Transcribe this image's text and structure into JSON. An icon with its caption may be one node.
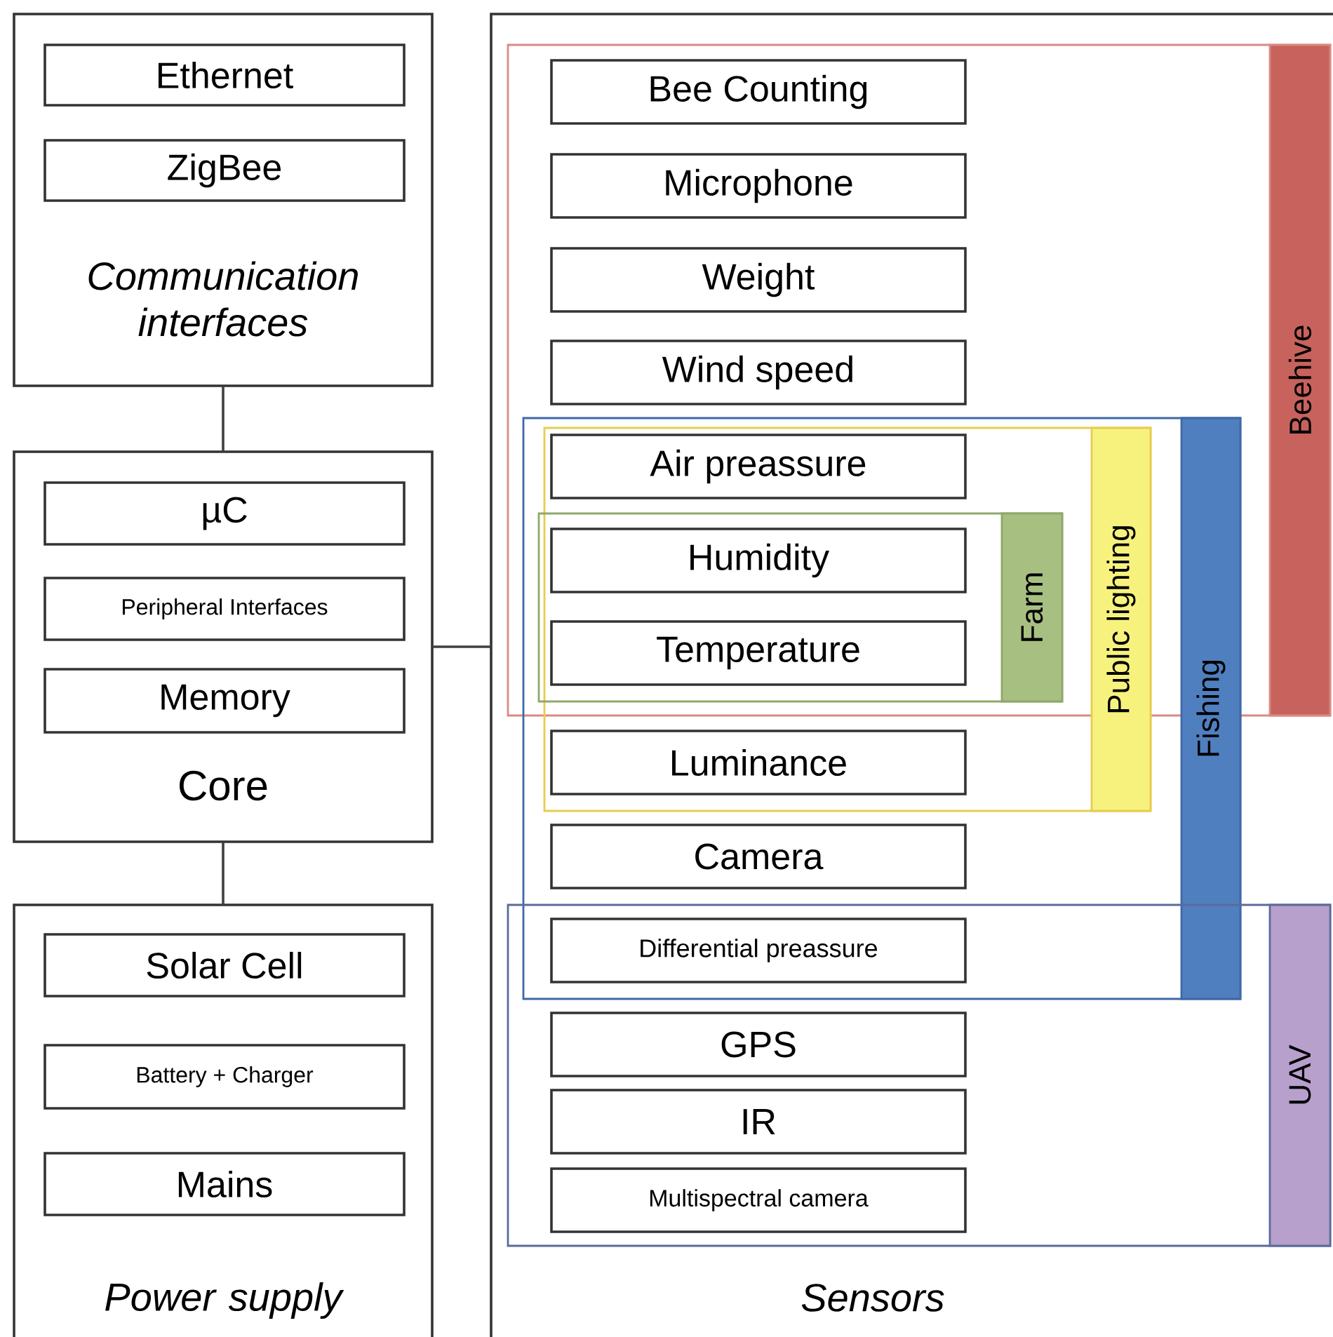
{
  "diagram": {
    "nodes": [
      {
        "text": [
          "Communication interfaces"
        ]
      },
      {
        "text": [
          "Ethernet"
        ],
        "in": 0
      },
      {
        "text": [
          "ZigBee"
        ],
        "in": 0
      },
      {
        "text": [
          "Core"
        ]
      },
      {
        "text": [
          "µC"
        ],
        "in": 3
      },
      {
        "text": [
          "Peripheral Interfaces"
        ],
        "in": 3
      },
      {
        "text": [
          "Memory"
        ],
        "in": 3
      },
      {
        "text": [
          "Power supply"
        ]
      },
      {
        "text": [
          "Solar Cell"
        ],
        "in": 7
      },
      {
        "text": [
          "Battery + Charger"
        ],
        "in": 7
      },
      {
        "text": [
          "Mains"
        ],
        "in": 7
      },
      {
        "text": [
          "Sensors"
        ]
      },
      {
        "text": [
          "Beehive"
        ],
        "in": 11
      },
      {
        "text": [
          "Fishing"
        ],
        "in": 11
      },
      {
        "text": [
          "Public lighting"
        ],
        "in": 13
      },
      {
        "text": [
          "Farm"
        ]
      },
      {
        "text": [
          "UAV"
        ],
        "in": 11
      },
      {
        "text": [
          "Bee Counting"
        ],
        "in": 12
      },
      {
        "text": [
          "Microphone"
        ],
        "in": 12
      },
      {
        "text": [
          "Weight"
        ],
        "in": 12
      },
      {
        "text": [
          "Wind speed"
        ],
        "in": 12
      },
      {
        "text": [
          "Air preassure"
        ]
      },
      {
        "text": [
          "Humidity"
        ],
        "in": 15
      },
      {
        "text": [
          "Temperature"
        ],
        "in": 15
      },
      {
        "text": [
          "Luminance"
        ],
        "in": 14
      },
      {
        "text": [
          "Camera"
        ],
        "in": 13
      },
      {
        "text": [
          "Differential preassure"
        ]
      },
      {
        "text": [
          "GPS"
        ],
        "in": 16
      },
      {
        "text": [
          "IR"
        ],
        "in": 16
      },
      {
        "text": [
          "Multispectral camera"
        ],
        "in": 16
      }
    ],
    "edges": [
      {
        "from": 0,
        "to": 3,
        "arrow": "none"
      },
      {
        "from": 3,
        "to": 7,
        "arrow": "none"
      },
      {
        "from": 3,
        "to": 11,
        "arrow": "none"
      }
    ]
  }
}
